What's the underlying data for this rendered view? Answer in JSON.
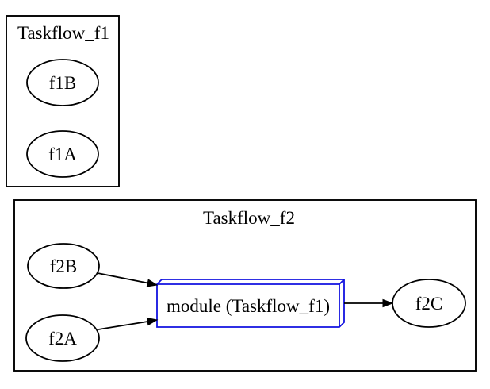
{
  "colors": {
    "background": "#ffffff",
    "line": "#000000",
    "text": "#000000",
    "module_stroke": "#1212e0"
  },
  "clusters": [
    {
      "title": "Taskflow_f1",
      "nodes": [
        {
          "label": "f1B"
        },
        {
          "label": "f1A"
        }
      ]
    },
    {
      "title": "Taskflow_f2",
      "nodes": [
        {
          "label": "f2B"
        },
        {
          "label": "f2A"
        },
        {
          "label": "f2C"
        }
      ],
      "module_label": "module (Taskflow_f1)",
      "edges": [
        {
          "from": "f2B",
          "to": "module"
        },
        {
          "from": "f2A",
          "to": "module"
        },
        {
          "from": "module",
          "to": "f2C"
        }
      ]
    }
  ]
}
